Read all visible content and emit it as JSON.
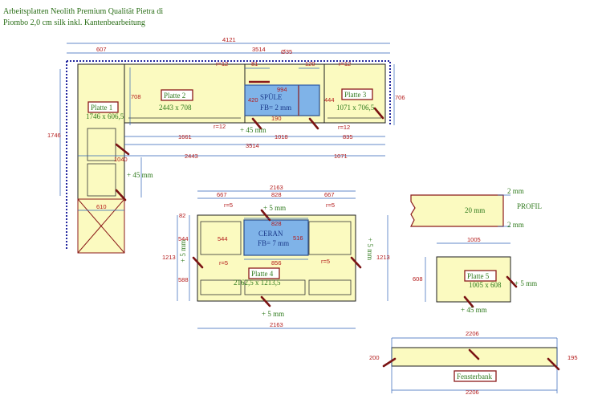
{
  "title_line1": "Arbeitsplatten Neolith Premium Qualität Pietra di",
  "title_line2": "Piombo 2,0 cm silk inkl. Kantenbearbeitung",
  "top": {
    "d4121": "4121",
    "d607": "607",
    "d3514": "3514",
    "d35": "Ø35",
    "r12a": "r=12",
    "d81": "81",
    "d120": "120",
    "r12b": "r=12",
    "d994": "994",
    "d708": "708",
    "d706": "706",
    "d444": "444",
    "d420": "420",
    "d190": "190",
    "r12c": "r=12",
    "r12d": "r=12",
    "d45": "+ 45 mm",
    "d1661": "1661",
    "d1018": "1018",
    "d835": "835",
    "d3514b": "3514",
    "d2443": "2443",
    "d1071": "1071",
    "d1746": "1746",
    "d1040": "1040",
    "d45b": "+ 45 mm",
    "d610": "610"
  },
  "labels": {
    "platte1": "Platte 1",
    "platte1_size": "1746 x 606,5",
    "platte2": "Platte 2",
    "platte2_size": "2443 x 708",
    "platte3": "Platte 3",
    "platte3_size": "1071 x 706,5",
    "spule": "SPÜLE",
    "spule_fb": "FB= 2 mm",
    "platte4": "Platte 4",
    "platte4_size": "2162,5 x 1213,5",
    "ceran": "CERAN",
    "ceran_fb": "FB= 7 mm",
    "platte5": "Platte 5",
    "platte5_size": "1005 x 608",
    "fensterbank": "Fensterbank"
  },
  "island": {
    "d2163": "2163",
    "d667a": "667",
    "d828": "828",
    "d667b": "667",
    "r5a": "r=5",
    "d5top": "+ 5 mm",
    "r5b": "r=5",
    "d82": "82",
    "d828b": "828",
    "d544": "544",
    "d544b": "544",
    "d516": "516",
    "d1213": "1213",
    "d1213b": "1213",
    "r5c": "r=5",
    "d856": "856",
    "r5d": "r=5",
    "d588": "588",
    "d5left": "+ 5 mm",
    "d5right": "+ 5 mm",
    "d5bottom": "+ 5 mm",
    "d2163b": "2163"
  },
  "profil": {
    "label": "PROFIL",
    "t1": "2 mm",
    "mid": "20 mm",
    "t2": "2 mm"
  },
  "platte5dims": {
    "d1005": "1005",
    "d608": "608",
    "d5": "+ 5 mm",
    "d45": "+ 45 mm"
  },
  "fenster": {
    "d2206": "2206",
    "d200": "200",
    "d195": "195",
    "d2206b": "2206"
  }
}
